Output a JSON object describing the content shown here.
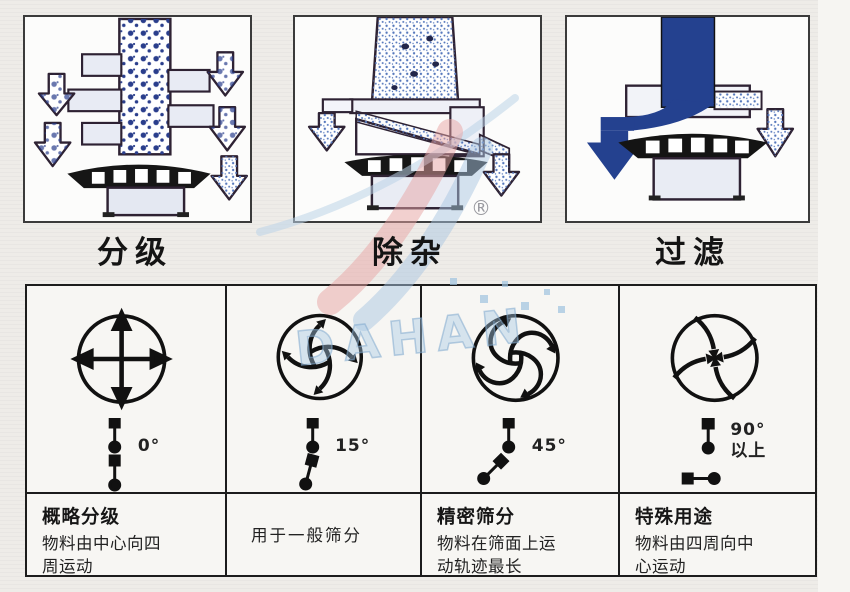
{
  "panels": [
    {
      "name": "classification",
      "label": "分级"
    },
    {
      "name": "impurity-removal",
      "label": "除杂"
    },
    {
      "name": "filtration",
      "label": "过滤"
    }
  ],
  "registered_mark": "®",
  "watermark": {
    "text": "DAHAN"
  },
  "table": {
    "columns": [
      {
        "angle": "0°",
        "angle2": "",
        "motion": "cross-outward",
        "title": "概略分级",
        "description": "物料由中心向四周运动"
      },
      {
        "angle": "15°",
        "angle2": "",
        "motion": "curved-pinwheel",
        "title": "",
        "description": "用于一般筛分"
      },
      {
        "angle": "45°",
        "angle2": "",
        "motion": "spiral-outward",
        "title": "精密筛分",
        "description": "物料在筛面上运动轨迹最长"
      },
      {
        "angle": "90°",
        "angle2": "以上",
        "motion": "spiral-inward",
        "title": "特殊用途",
        "description": "物料由四周向中心运动"
      }
    ]
  },
  "colors": {
    "machine_blue": "#24418f",
    "watermark_blue": "#a9c6e2",
    "watermark_red": "#e8a4a4"
  }
}
